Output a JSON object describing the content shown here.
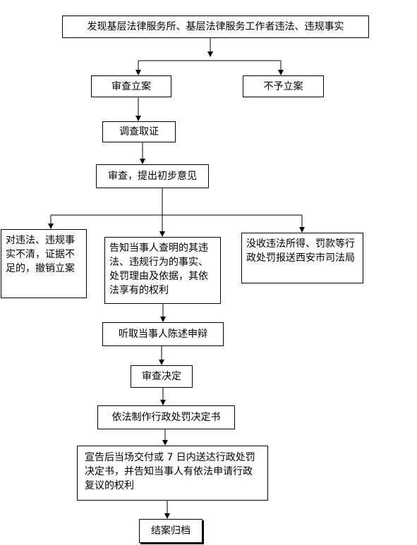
{
  "flowchart": {
    "discover": "发现基层法律服务所、基层法律服务工作者违法、违规事实",
    "accept": "审查立案",
    "reject": "不予立案",
    "investigate": "调查取证",
    "review": "审查，提出初步意见",
    "revoke": "对违法、违规事实不清，证据不足的，撤销立案",
    "notify": "告知当事人查明的其违法、违规行为的事实、处罚理由及依据，其依法享有的权利",
    "confiscate": "没收违法所得、罚款等行政处罚报送西安市司法局",
    "hearing": "听取当事人陈述申辩",
    "decide": "审查决定",
    "document": "依法制作行政处罚决定书",
    "deliver": "宣告后当场交付或 7 日内送达行政处罚决定书，并告知当事人有依法申请行政复议的权利",
    "close": "结案归档"
  },
  "colors": {
    "line": "#000000",
    "box_border": "#000000",
    "background": "#ffffff"
  }
}
